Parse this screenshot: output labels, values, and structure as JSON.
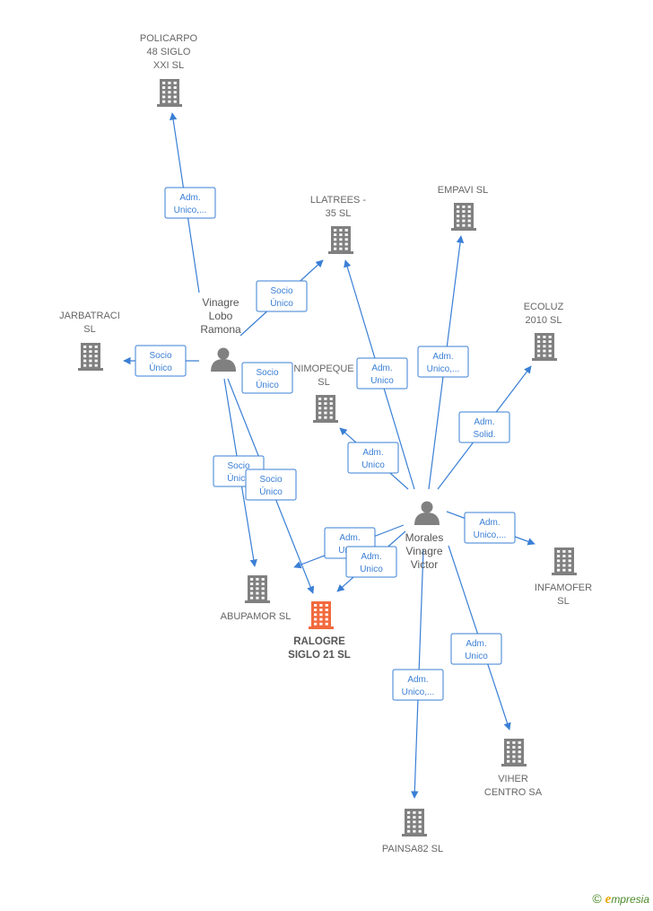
{
  "colors": {
    "edge": "#3a7fd5",
    "company": "#808080",
    "company_main": "#f26a3d",
    "person": "#808080"
  },
  "people": [
    {
      "id": "p1",
      "name_lines": [
        "Vinagre",
        "Lobo",
        "Ramona"
      ],
      "icon": "person-icon"
    },
    {
      "id": "p2",
      "name_lines": [
        "Morales",
        "Vinagre",
        "Victor"
      ],
      "icon": "person-icon"
    }
  ],
  "companies": [
    {
      "id": "policarpo",
      "name_lines": [
        "POLICARPO",
        "48 SIGLO",
        "XXI SL"
      ],
      "icon": "building-icon"
    },
    {
      "id": "llatrees",
      "name_lines": [
        "LLATREES -",
        "35  SL"
      ],
      "icon": "building-icon"
    },
    {
      "id": "empavi",
      "name_lines": [
        "EMPAVI  SL"
      ],
      "icon": "building-icon"
    },
    {
      "id": "jarbatraci",
      "name_lines": [
        "JARBATRACI",
        "SL"
      ],
      "icon": "building-icon"
    },
    {
      "id": "ecoluz",
      "name_lines": [
        "ECOLUZ",
        "2010 SL"
      ],
      "icon": "building-icon"
    },
    {
      "id": "nimopeque",
      "name_lines": [
        "NIMOPEQUE",
        "SL"
      ],
      "icon": "building-icon"
    },
    {
      "id": "infamofer",
      "name_lines": [
        "INFAMOFER",
        "SL"
      ],
      "icon": "building-icon"
    },
    {
      "id": "abupamor",
      "name_lines": [
        "ABUPAMOR  SL"
      ],
      "icon": "building-icon"
    },
    {
      "id": "ralogre",
      "name_lines": [
        "RALOGRE",
        "SIGLO 21  SL"
      ],
      "icon": "building-icon",
      "main": true
    },
    {
      "id": "viher",
      "name_lines": [
        "VIHER",
        "CENTRO SA"
      ],
      "icon": "building-icon"
    },
    {
      "id": "painsa82",
      "name_lines": [
        "PAINSA82 SL"
      ],
      "icon": "building-icon"
    }
  ],
  "edges": [
    {
      "from": "p1",
      "to": "policarpo",
      "label_lines": [
        "Adm.",
        "Unico,..."
      ]
    },
    {
      "from": "p1",
      "to": "llatrees",
      "label_lines": [
        "Socio",
        "Único"
      ]
    },
    {
      "from": "p1",
      "to": "jarbatraci",
      "label_lines": [
        "Socio",
        "Único"
      ]
    },
    {
      "from": "p1",
      "to": "nimopeque",
      "label_lines": [
        "Socio",
        "Único"
      ]
    },
    {
      "from": "p1",
      "to": "abupamor",
      "label_lines": [
        "Socio",
        "Único"
      ]
    },
    {
      "from": "p1",
      "to": "ralogre",
      "label_lines": [
        "Socio",
        "Único"
      ]
    },
    {
      "from": "p2",
      "to": "llatrees",
      "label_lines": [
        "Adm.",
        "Unico"
      ]
    },
    {
      "from": "p2",
      "to": "empavi",
      "label_lines": [
        "Adm.",
        "Unico,..."
      ]
    },
    {
      "from": "p2",
      "to": "ecoluz",
      "label_lines": [
        "Adm.",
        "Solid."
      ]
    },
    {
      "from": "p2",
      "to": "nimopeque",
      "label_lines": [
        "Adm.",
        "Unico"
      ]
    },
    {
      "from": "p2",
      "to": "infamofer",
      "label_lines": [
        "Adm.",
        "Unico,..."
      ]
    },
    {
      "from": "p2",
      "to": "abupamor",
      "label_lines": [
        "Adm.",
        "Unico"
      ]
    },
    {
      "from": "p2",
      "to": "ralogre",
      "label_lines": [
        "Adm.",
        "Unico"
      ]
    },
    {
      "from": "p2",
      "to": "viher",
      "label_lines": [
        "Adm.",
        "Unico"
      ]
    },
    {
      "from": "p2",
      "to": "painsa82",
      "label_lines": [
        "Adm.",
        "Unico,..."
      ]
    }
  ],
  "brand": {
    "copyright": "©",
    "initial": "e",
    "rest": "mpresia"
  }
}
